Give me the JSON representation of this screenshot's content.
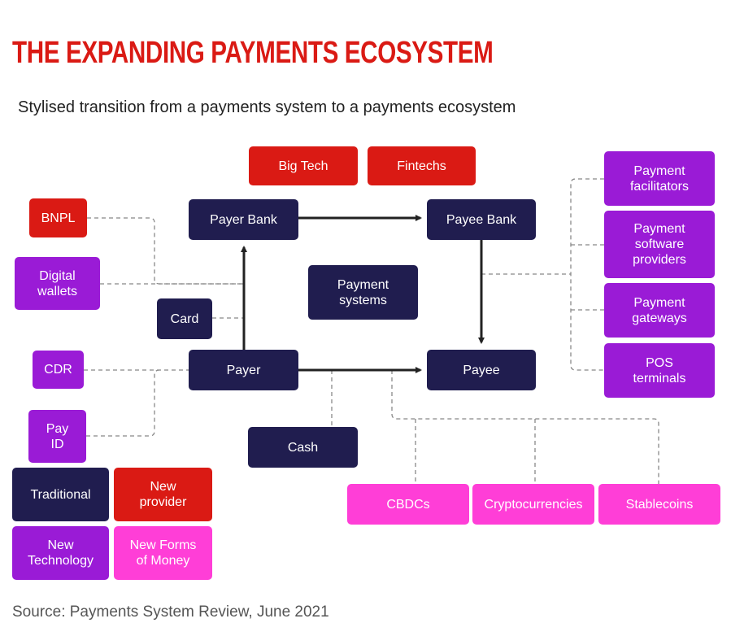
{
  "title": "THE EXPANDING PAYMENTS ECOSYSTEM",
  "subtitle": "Stylised transition from a payments system to a payments ecosystem",
  "colors": {
    "traditional": "#201d4f",
    "new_provider": "#da1a14",
    "new_technology": "#9a1bd6",
    "new_forms_of_money": "#ff3ed7"
  },
  "nodes": {
    "big_tech": "Big Tech",
    "fintechs": "Fintechs",
    "bnpl": "BNPL",
    "digital_wallets": "Digital wallets",
    "card": "Card",
    "cdr": "CDR",
    "pay_id": "Pay ID",
    "payer_bank": "Payer Bank",
    "payee_bank": "Payee Bank",
    "payment_systems": "Payment systems",
    "payer": "Payer",
    "payee": "Payee",
    "cash": "Cash",
    "payment_facilitators": "Payment facilitators",
    "payment_software_providers": "Payment software providers",
    "payment_gateways": "Payment gateways",
    "pos_terminals": "POS terminals",
    "cbdcs": "CBDCs",
    "cryptocurrencies": "Cryptocurrencies",
    "stablecoins": "Stablecoins"
  },
  "legend": {
    "traditional": "Traditional",
    "new_provider": "New provider",
    "new_technology": "New Technology",
    "new_forms_of_money": "New Forms of Money"
  },
  "source": "Source: Payments System Review, June 2021"
}
